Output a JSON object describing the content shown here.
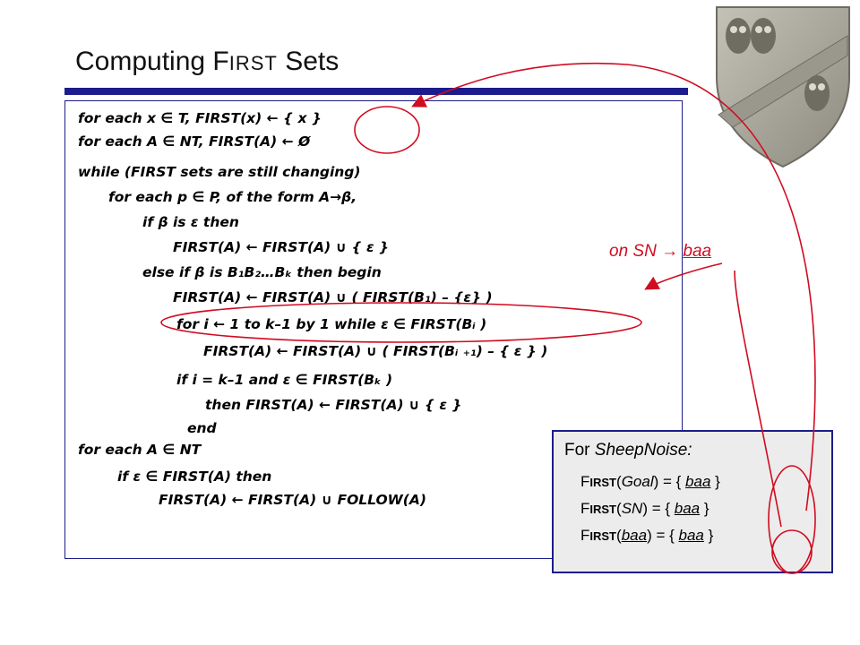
{
  "title": {
    "prefix": "Computing F",
    "smallcaps": "IRST",
    "suffix": " Sets"
  },
  "algorithm": {
    "lines": [
      "for each x ∈ T, FIRST(x) ← { x }",
      "for each A ∈ NT, FIRST(A) ← Ø",
      "while (FIRST sets are still changing)",
      "for each p ∈ P, of the form A→β,",
      "if β is ε then",
      "FIRST(A) ← FIRST(A) ∪ { ε }",
      "else if β is B₁B₂…Bₖ then begin",
      "FIRST(A) ← FIRST(A) ∪ ( FIRST(B₁) – {ε} )",
      "for i ← 1 to k–1 by 1 while ε ∈ FIRST(Bᵢ )",
      "FIRST(A) ← FIRST(A) ∪ ( FIRST(Bᵢ ₊₁) – { ε } )",
      "if i = k–1 and ε ∈ FIRST(Bₖ )",
      "then FIRST(A) ← FIRST(A) ∪ { ε }",
      "end",
      "for each A ∈ NT",
      "if ε ∈ FIRST(A) then",
      "FIRST(A) ← FIRST(A) ∪ FOLLOW(A)"
    ]
  },
  "example": {
    "heading_prefix": "For ",
    "heading_name": "SheepNoise:",
    "rows": [
      {
        "fn_f": "F",
        "fn_sc": "IRST",
        "arg": "Goal",
        "sep": ") = { ",
        "value": "baa",
        "close": " }"
      },
      {
        "fn_f": "F",
        "fn_sc": "IRST",
        "arg": "SN",
        "sep": ")  = { ",
        "value": "baa",
        "close": " }"
      },
      {
        "fn_f": "F",
        "fn_sc": "IRST",
        "arg": "baa",
        "sep": ")   = { ",
        "value": "baa",
        "close": " }"
      }
    ]
  },
  "annotation": {
    "text": "on SN → ",
    "target": "baa"
  },
  "colors": {
    "accent": "#1c1c8c",
    "annotation": "#d10b20",
    "box_fill": "#ececec"
  },
  "icons": {
    "shield": "rice-university-shield-icon"
  }
}
